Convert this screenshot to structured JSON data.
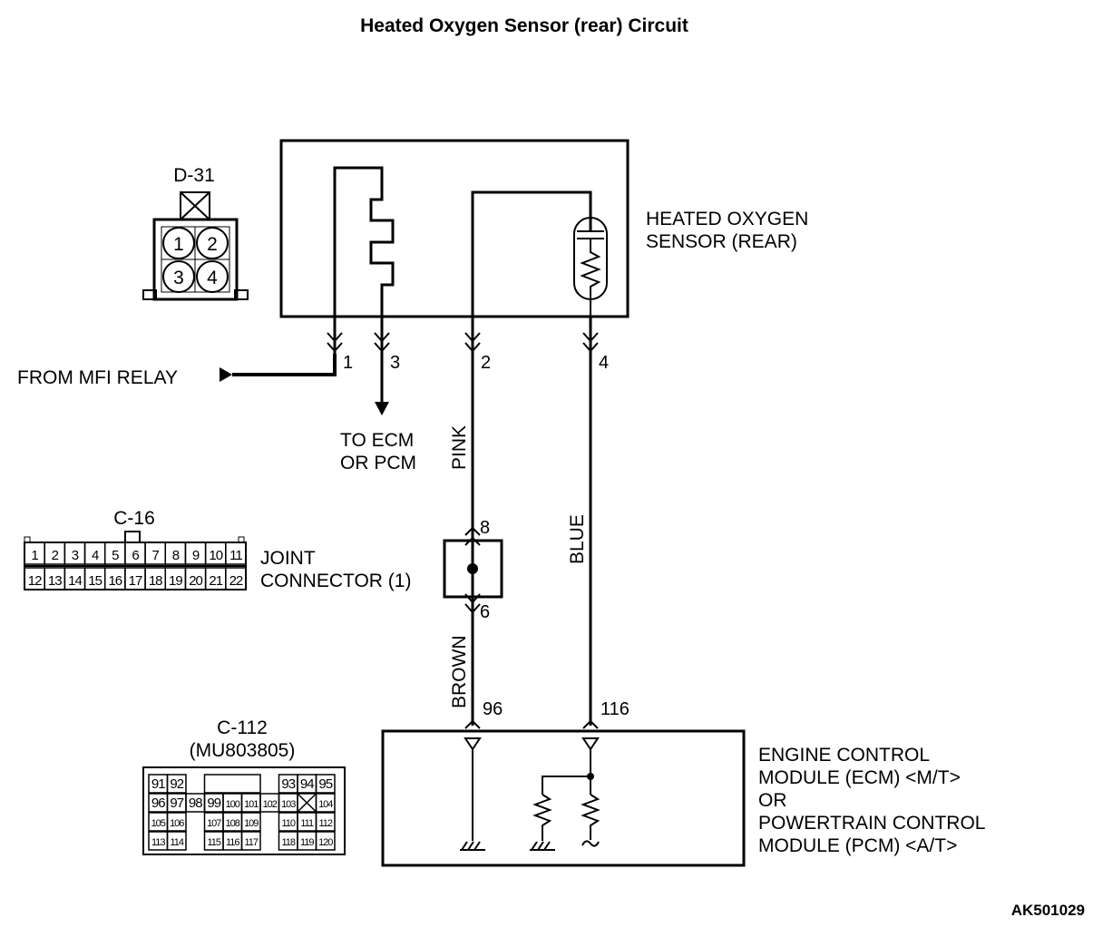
{
  "title": "Heated Oxygen Sensor (rear) Circuit",
  "figure_code": "AK501029",
  "sensor": {
    "label_lines": [
      "HEATED OXYGEN",
      "SENSOR (REAR)"
    ],
    "pins": [
      "1",
      "3",
      "2",
      "4"
    ]
  },
  "connector_d31": {
    "name": "D-31",
    "cavities": [
      "1",
      "2",
      "3",
      "4"
    ]
  },
  "from_relay": "FROM MFI RELAY",
  "to_ecm_lines": [
    "TO ECM",
    "OR PCM"
  ],
  "wires": {
    "pink": "PINK",
    "blue": "BLUE",
    "brown": "BROWN"
  },
  "joint_connector": {
    "name": "C-16",
    "label_lines": [
      "JOINT",
      "CONNECTOR (1)"
    ],
    "pin_in": "8",
    "pin_out": "6",
    "row1": [
      "1",
      "2",
      "3",
      "4",
      "5",
      "6",
      "7",
      "8",
      "9",
      "10",
      "11"
    ],
    "row2": [
      "12",
      "13",
      "14",
      "15",
      "16",
      "17",
      "18",
      "19",
      "20",
      "21",
      "22"
    ]
  },
  "connector_c112": {
    "name": "C-112",
    "part": "(MU803805)",
    "row1": [
      "91",
      "92",
      "93",
      "94",
      "95"
    ],
    "row2": [
      "96",
      "97",
      "98",
      "99",
      "100",
      "101",
      "102",
      "103",
      "104"
    ],
    "row3": [
      "105",
      "106",
      "107",
      "108",
      "109",
      "110",
      "111",
      "112"
    ],
    "row4": [
      "113",
      "114",
      "115",
      "116",
      "117",
      "118",
      "119",
      "120"
    ]
  },
  "ecm": {
    "pins": [
      "96",
      "116"
    ],
    "label_lines": [
      "ENGINE CONTROL",
      "MODULE (ECM) <M/T>",
      "OR",
      "POWERTRAIN CONTROL",
      "MODULE (PCM) <A/T>"
    ]
  }
}
